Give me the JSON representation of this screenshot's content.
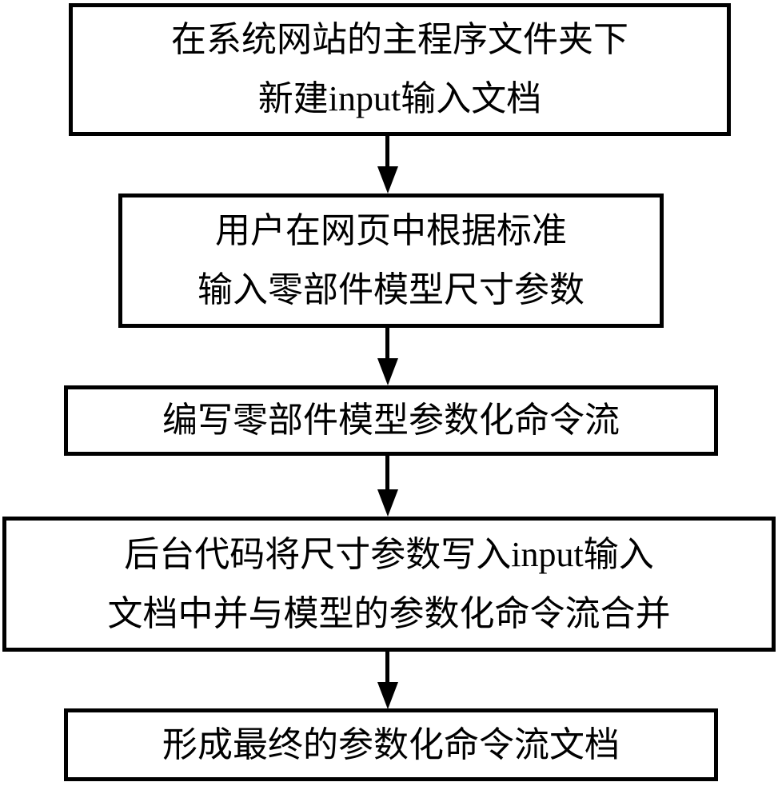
{
  "steps": [
    {
      "lines": [
        "在系统网站的主程序文件夹下",
        "新建input输入文档"
      ]
    },
    {
      "lines": [
        "用户在网页中根据标准",
        "输入零部件模型尺寸参数"
      ]
    },
    {
      "lines": [
        "编写零部件模型参数化命令流"
      ]
    },
    {
      "lines": [
        "后台代码将尺寸参数写入input输入",
        "文档中并与模型的参数化命令流合并"
      ]
    },
    {
      "lines": [
        "形成最终的参数化命令流文档"
      ]
    }
  ]
}
